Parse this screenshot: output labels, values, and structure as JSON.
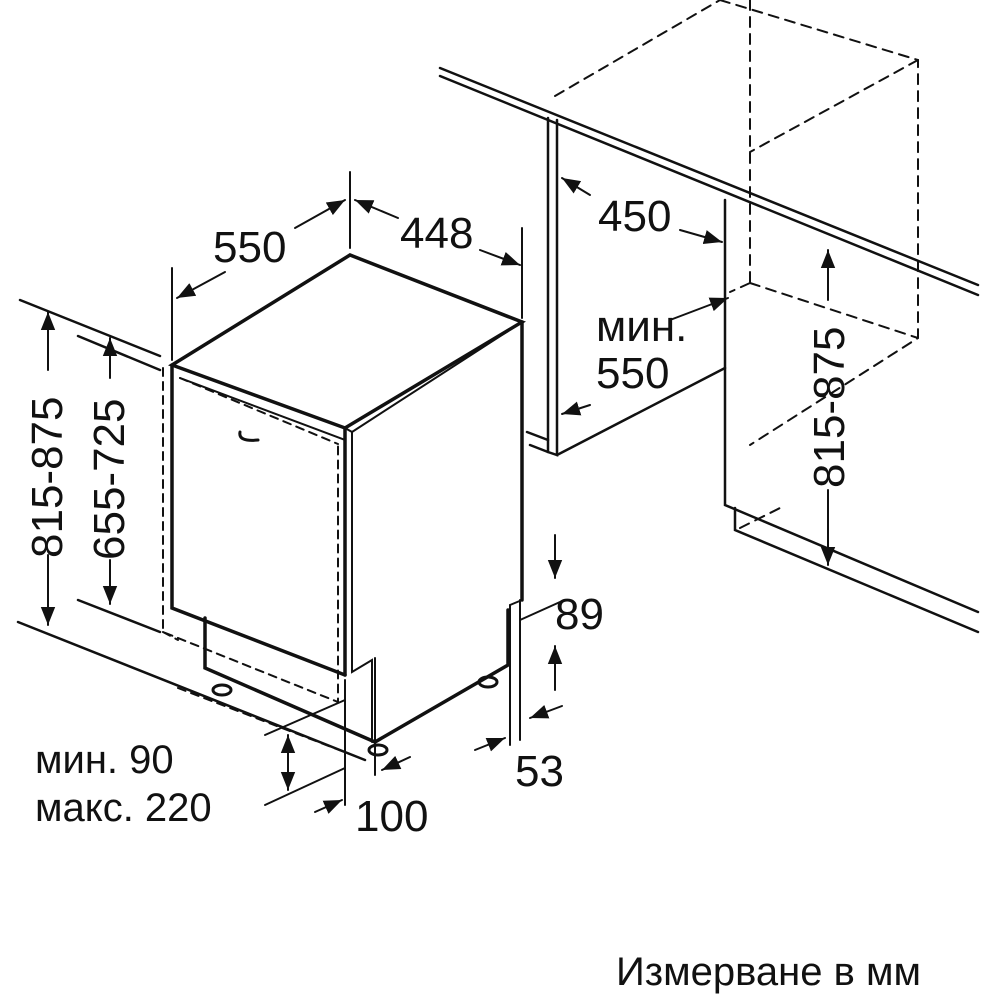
{
  "diagram": {
    "type": "built-in dishwasher installation dimensions",
    "labels": {
      "depth": "550",
      "width": "448",
      "niche_width": "450",
      "niche_depth_prefix": "мин.",
      "niche_depth": "550",
      "niche_height": "815-875",
      "height_range": "815-875",
      "door_height": "655-725",
      "plinth_gap": "89",
      "plinth_depth": "53",
      "foot_offset": "100",
      "plinth_min": "мин. 90",
      "plinth_max": "макс. 220"
    },
    "footer": "Измерване в мм",
    "colors": {
      "line": "#111111",
      "background": "#ffffff"
    }
  }
}
